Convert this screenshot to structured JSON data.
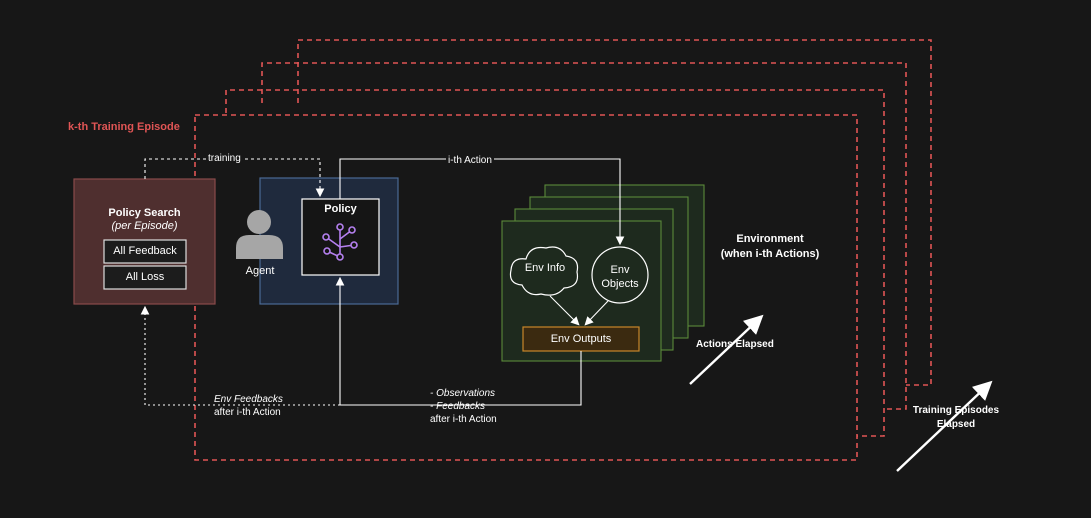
{
  "episode": {
    "title": "k-th Training Episode",
    "elapsed_line1": "Training Episodes",
    "elapsed_line2": "Elapsed"
  },
  "policy_search": {
    "title": "Policy Search",
    "subtitle": "(per Episode)",
    "item_feedback": "All Feedback",
    "item_loss": "All Loss"
  },
  "agent": {
    "label": "Agent",
    "policy_label": "Policy"
  },
  "edges": {
    "training": "training",
    "action": "i-th Action",
    "env_feedback_line1": "Env Feedbacks",
    "env_feedback_line2": "after i-th Action",
    "obs_line1": "- Observations",
    "obs_line2": "- Feedbacks",
    "obs_line3": "after i-th Action"
  },
  "environment": {
    "title_line1": "Environment",
    "title_line2": "(when i-th Actions)",
    "env_info": "Env Info",
    "env_objects_line1": "Env",
    "env_objects_line2": "Objects",
    "env_outputs": "Env Outputs",
    "actions_elapsed": "Actions Elapsed"
  },
  "colors": {
    "background": "#171717",
    "episode_dash": "#e05555",
    "policy_search_fill": "#4f2f2f",
    "agent_fill": "#1f2a3d",
    "env_fill": "#1e2a1e",
    "env_border": "#5a8a3a",
    "output_fill": "#3b2a10",
    "output_border": "#c8862a",
    "policy_icon": "#b580f0"
  }
}
